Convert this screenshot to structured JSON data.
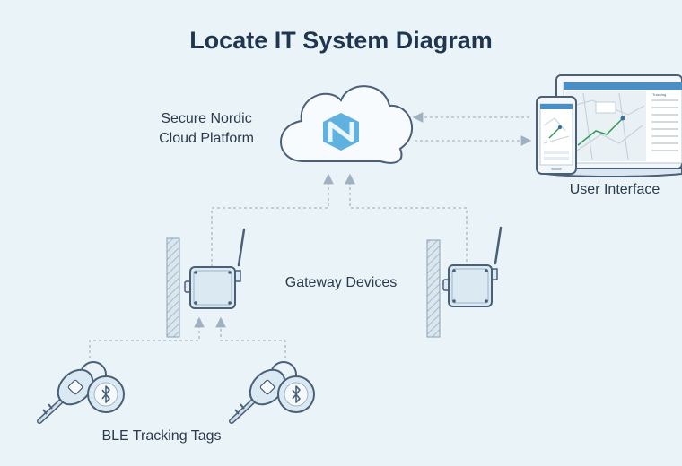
{
  "title": "Locate IT System Diagram",
  "cloud": {
    "label_line1": "Secure Nordic",
    "label_line2": "Cloud Platform"
  },
  "user_interface": {
    "label": "User Interface",
    "screen_header": "Tracking"
  },
  "gateways": {
    "label": "Gateway Devices",
    "count": 2
  },
  "tags": {
    "label": "BLE Tracking Tags",
    "count": 2
  },
  "colors": {
    "background": "#e9f3f8",
    "stroke": "#4a5f78",
    "device_fill": "#dbe9f3",
    "accent": "#4b9fd1",
    "arrow": "#9fb0c0"
  }
}
